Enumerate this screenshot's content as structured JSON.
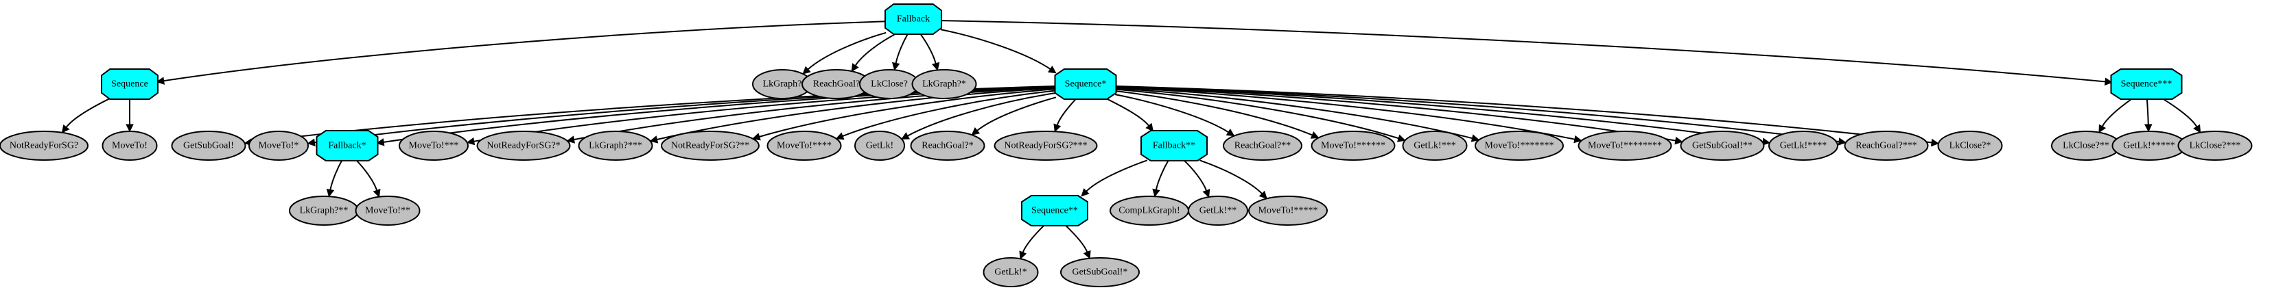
{
  "diagram": {
    "colors": {
      "control_fill": "#00ffff",
      "leaf_fill": "#c0c0c0",
      "stroke": "#000000",
      "background": "#ffffff"
    },
    "nodes": [
      {
        "id": "fallback",
        "label": "Fallback",
        "kind": "control"
      },
      {
        "id": "sequence",
        "label": "Sequence",
        "kind": "control"
      },
      {
        "id": "notreadyforsg",
        "label": "NotReadyForSG?",
        "kind": "leaf"
      },
      {
        "id": "moveto",
        "label": "MoveTo!",
        "kind": "leaf"
      },
      {
        "id": "lkgraph",
        "label": "LkGraph?",
        "kind": "leaf"
      },
      {
        "id": "reachgoal",
        "label": "ReachGoal?",
        "kind": "leaf"
      },
      {
        "id": "lkclose",
        "label": "LkClose?",
        "kind": "leaf"
      },
      {
        "id": "lkgraph2",
        "label": "LkGraph?*",
        "kind": "leaf"
      },
      {
        "id": "sequence2",
        "label": "Sequence*",
        "kind": "control"
      },
      {
        "id": "getsubgoal",
        "label": "GetSubGoal!",
        "kind": "leaf"
      },
      {
        "id": "moveto2",
        "label": "MoveTo!*",
        "kind": "leaf"
      },
      {
        "id": "fallback2",
        "label": "Fallback*",
        "kind": "control"
      },
      {
        "id": "lkgraph3",
        "label": "LkGraph?**",
        "kind": "leaf"
      },
      {
        "id": "moveto3",
        "label": "MoveTo!**",
        "kind": "leaf"
      },
      {
        "id": "moveto4",
        "label": "MoveTo!***",
        "kind": "leaf"
      },
      {
        "id": "notreadyforsg2",
        "label": "NotReadyForSG?*",
        "kind": "leaf"
      },
      {
        "id": "lkgraph4",
        "label": "LkGraph?***",
        "kind": "leaf"
      },
      {
        "id": "notreadyforsg3",
        "label": "NotReadyForSG?**",
        "kind": "leaf"
      },
      {
        "id": "moveto5",
        "label": "MoveTo!****",
        "kind": "leaf"
      },
      {
        "id": "getlk",
        "label": "GetLk!",
        "kind": "leaf"
      },
      {
        "id": "reachgoal2",
        "label": "ReachGoal?*",
        "kind": "leaf"
      },
      {
        "id": "notreadyforsg4",
        "label": "NotReadyForSG?***",
        "kind": "leaf"
      },
      {
        "id": "fallback3",
        "label": "Fallback**",
        "kind": "control"
      },
      {
        "id": "sequence3",
        "label": "Sequence**",
        "kind": "control"
      },
      {
        "id": "getlk2",
        "label": "GetLk!*",
        "kind": "leaf"
      },
      {
        "id": "getsubgoal2",
        "label": "GetSubGoal!*",
        "kind": "leaf"
      },
      {
        "id": "complkgraph",
        "label": "CompLkGraph!",
        "kind": "leaf"
      },
      {
        "id": "getlk3",
        "label": "GetLk!**",
        "kind": "leaf"
      },
      {
        "id": "moveto6",
        "label": "MoveTo!*****",
        "kind": "leaf"
      },
      {
        "id": "reachgoal3",
        "label": "ReachGoal?**",
        "kind": "leaf"
      },
      {
        "id": "moveto7",
        "label": "MoveTo!******",
        "kind": "leaf"
      },
      {
        "id": "getlk4",
        "label": "GetLk!***",
        "kind": "leaf"
      },
      {
        "id": "moveto8",
        "label": "MoveTo!*******",
        "kind": "leaf"
      },
      {
        "id": "moveto9",
        "label": "MoveTo!********",
        "kind": "leaf"
      },
      {
        "id": "getsubgoal3",
        "label": "GetSubGoal!**",
        "kind": "leaf"
      },
      {
        "id": "getlk5",
        "label": "GetLk!****",
        "kind": "leaf"
      },
      {
        "id": "reachgoal4",
        "label": "ReachGoal?***",
        "kind": "leaf"
      },
      {
        "id": "lkclose2",
        "label": "LkClose?*",
        "kind": "leaf"
      },
      {
        "id": "sequence4",
        "label": "Sequence***",
        "kind": "control"
      },
      {
        "id": "lkclose3",
        "label": "LkClose?**",
        "kind": "leaf"
      },
      {
        "id": "getlk6",
        "label": "GetLk!*****",
        "kind": "leaf"
      },
      {
        "id": "lkclose4",
        "label": "LkClose?***",
        "kind": "leaf"
      }
    ],
    "edges": [
      [
        "fallback",
        "sequence"
      ],
      [
        "fallback",
        "lkgraph"
      ],
      [
        "fallback",
        "reachgoal"
      ],
      [
        "fallback",
        "lkclose"
      ],
      [
        "fallback",
        "lkgraph2"
      ],
      [
        "fallback",
        "sequence2"
      ],
      [
        "fallback",
        "sequence4"
      ],
      [
        "sequence",
        "notreadyforsg"
      ],
      [
        "sequence",
        "moveto"
      ],
      [
        "sequence2",
        "getsubgoal"
      ],
      [
        "sequence2",
        "moveto2"
      ],
      [
        "sequence2",
        "fallback2"
      ],
      [
        "sequence2",
        "moveto4"
      ],
      [
        "sequence2",
        "notreadyforsg2"
      ],
      [
        "sequence2",
        "lkgraph4"
      ],
      [
        "sequence2",
        "notreadyforsg3"
      ],
      [
        "sequence2",
        "moveto5"
      ],
      [
        "sequence2",
        "getlk"
      ],
      [
        "sequence2",
        "reachgoal2"
      ],
      [
        "sequence2",
        "notreadyforsg4"
      ],
      [
        "sequence2",
        "fallback3"
      ],
      [
        "sequence2",
        "reachgoal3"
      ],
      [
        "sequence2",
        "moveto7"
      ],
      [
        "sequence2",
        "getlk4"
      ],
      [
        "sequence2",
        "moveto8"
      ],
      [
        "sequence2",
        "moveto9"
      ],
      [
        "sequence2",
        "getsubgoal3"
      ],
      [
        "sequence2",
        "getlk5"
      ],
      [
        "sequence2",
        "reachgoal4"
      ],
      [
        "sequence2",
        "lkclose2"
      ],
      [
        "fallback2",
        "lkgraph3"
      ],
      [
        "fallback2",
        "moveto3"
      ],
      [
        "fallback3",
        "sequence3"
      ],
      [
        "fallback3",
        "complkgraph"
      ],
      [
        "fallback3",
        "getlk3"
      ],
      [
        "fallback3",
        "moveto6"
      ],
      [
        "sequence3",
        "getlk2"
      ],
      [
        "sequence3",
        "getsubgoal2"
      ],
      [
        "sequence4",
        "lkclose3"
      ],
      [
        "sequence4",
        "getlk6"
      ],
      [
        "sequence4",
        "lkclose4"
      ]
    ]
  }
}
